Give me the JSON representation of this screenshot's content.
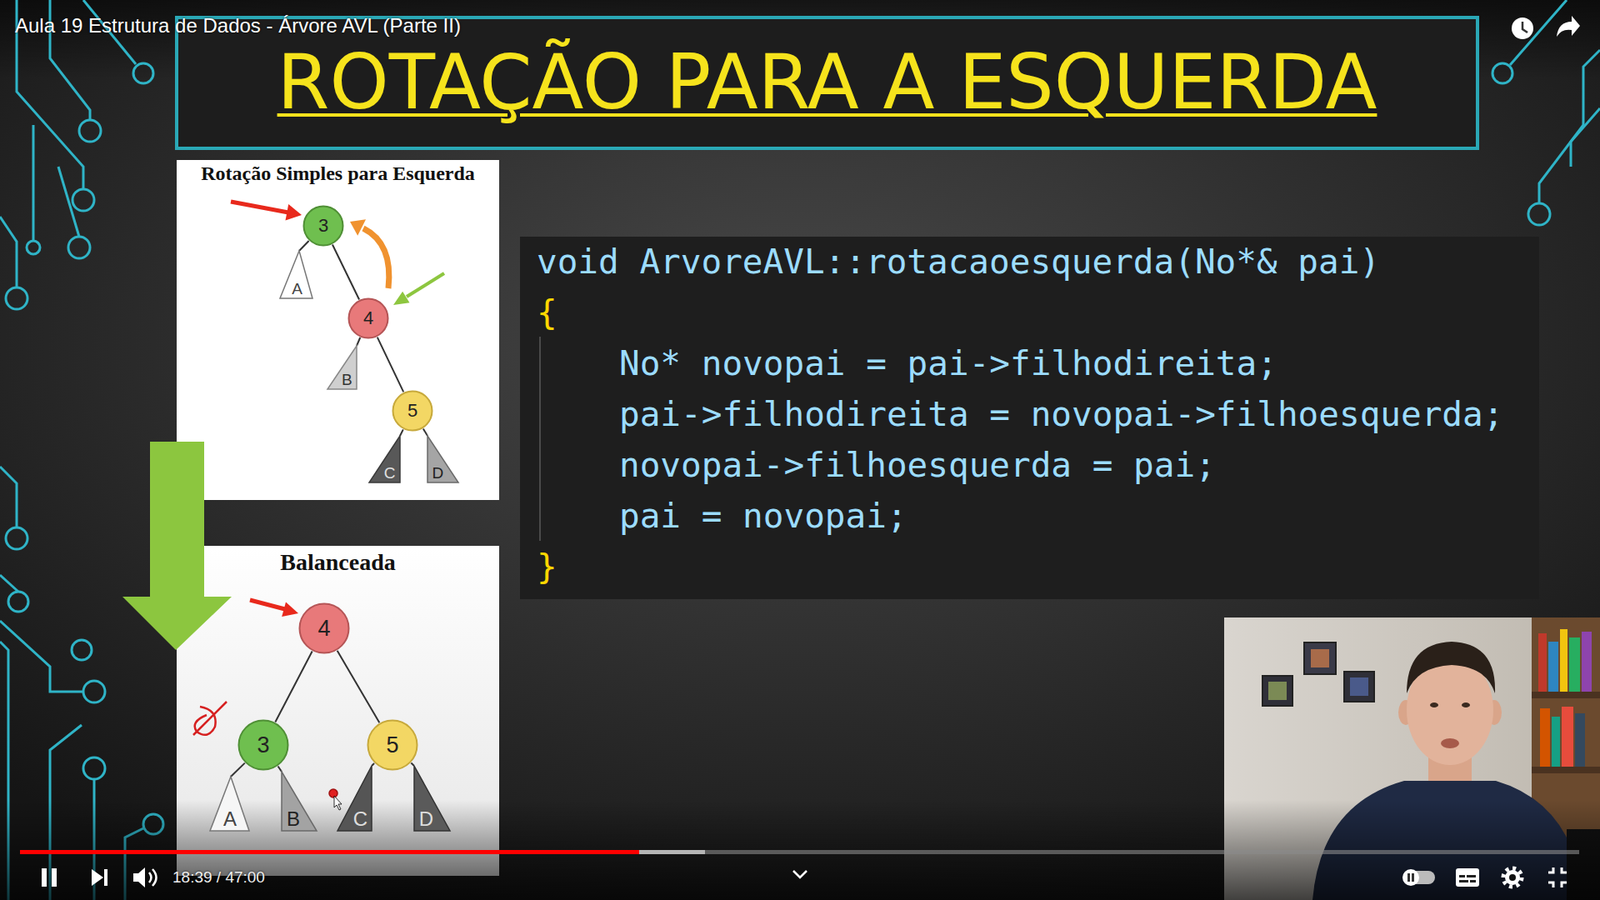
{
  "diagram": {
    "title": "ROTAÇÃO PARA A ESQUERDA",
    "nodes": [
      {
        "text": [
          "Rotação Simples para Esquerda"
        ]
      },
      {
        "text": [
          "3"
        ],
        "in": 0
      },
      {
        "text": [
          "A"
        ],
        "in": 0
      },
      {
        "text": [
          "4"
        ],
        "in": 0
      },
      {
        "text": [
          "B"
        ],
        "in": 0
      },
      {
        "text": [
          "5"
        ],
        "in": 0
      },
      {
        "text": [
          "C"
        ],
        "in": 0
      },
      {
        "text": [
          "D"
        ],
        "in": 0
      },
      {
        "text": [
          "Balanceada"
        ]
      },
      {
        "text": [
          "4"
        ],
        "in": 8
      },
      {
        "text": [
          "3"
        ],
        "in": 8
      },
      {
        "text": [
          "5"
        ],
        "in": 8
      },
      {
        "text": [
          "A"
        ],
        "in": 8
      },
      {
        "text": [
          "B"
        ],
        "in": 8
      },
      {
        "text": [
          "C"
        ],
        "in": 8
      },
      {
        "text": [
          "D"
        ],
        "in": 8
      },
      {
        "text": [
          "void ArvoreAVL::rotacaoesquerda(No*& pai)",
          "{",
          "No* novopai = pai->filhodireita;",
          "pai->filhodireita = novopai->filhoesquerda;",
          "novopai->filhoesquerda = pai;",
          "pai = novopai;",
          "}"
        ]
      }
    ],
    "edges": [
      {
        "from": 1,
        "to": 2,
        "arrow": "none"
      },
      {
        "from": 1,
        "to": 3,
        "arrow": "none"
      },
      {
        "from": 3,
        "to": 4,
        "arrow": "none"
      },
      {
        "from": 3,
        "to": 5,
        "arrow": "none"
      },
      {
        "from": 5,
        "to": 6,
        "arrow": "none"
      },
      {
        "from": 5,
        "to": 7,
        "arrow": "none"
      },
      {
        "from": 9,
        "to": 10,
        "arrow": "none"
      },
      {
        "from": 9,
        "to": 11,
        "arrow": "none"
      },
      {
        "from": 10,
        "to": 12,
        "arrow": "none"
      },
      {
        "from": 10,
        "to": 13,
        "arrow": "none"
      },
      {
        "from": 11,
        "to": 14,
        "arrow": "none"
      },
      {
        "from": 11,
        "to": 15,
        "arrow": "none"
      }
    ],
    "labels": [
      "Aula 19 Estrutura de Dados - Árvore AVL (Parte II)",
      "18:39 / 47:00"
    ]
  }
}
